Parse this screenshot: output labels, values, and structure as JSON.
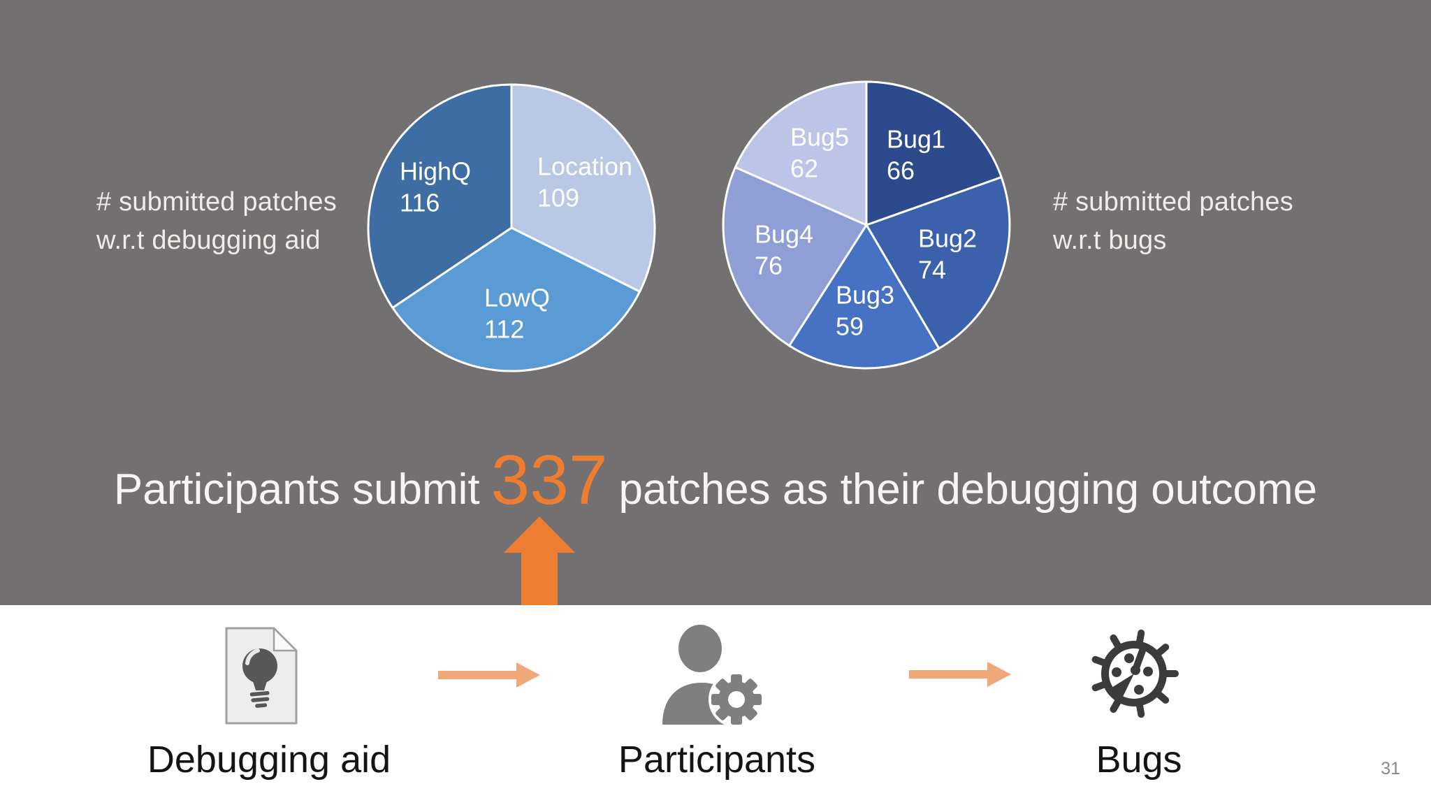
{
  "slide": {
    "page_number": "31",
    "background_color": "#737072",
    "accent_orange": "#ED7D31",
    "flow_arrow_color": "#F0A878"
  },
  "headline": {
    "prefix": "Participants submit",
    "highlight": "337",
    "suffix": "patches as their debugging outcome"
  },
  "captions": {
    "left": {
      "line1": "# submitted patches",
      "line2": "w.r.t debugging aid"
    },
    "right": {
      "line1": "# submitted patches",
      "line2": "w.r.t bugs"
    }
  },
  "chart_data": [
    {
      "type": "pie",
      "title": "# submitted patches w.r.t debugging aid",
      "categories": [
        "Location",
        "LowQ",
        "HighQ"
      ],
      "values": [
        109,
        112,
        116
      ],
      "colors": [
        "#B9C8E4",
        "#5B9BD5",
        "#3E6DA3"
      ],
      "total": 337,
      "start_angle_deg": 0,
      "direction": "clockwise",
      "data_labels": "category name + value inside slices",
      "slice_border_color": "#FFFFFF"
    },
    {
      "type": "pie",
      "title": "# submitted patches w.r.t bugs",
      "categories": [
        "Bug1",
        "Bug2",
        "Bug3",
        "Bug4",
        "Bug5"
      ],
      "values": [
        66,
        74,
        59,
        76,
        62
      ],
      "colors": [
        "#2D4B8C",
        "#3C61AC",
        "#4772C4",
        "#8F9FD5",
        "#BCC4E7"
      ],
      "total": 337,
      "start_angle_deg": 0,
      "direction": "clockwise",
      "data_labels": "category name + value inside slices",
      "slice_border_color": "#FFFFFF"
    }
  ],
  "process_flow": {
    "steps": [
      {
        "label": "Debugging aid",
        "icon": "lightbulb-document-icon"
      },
      {
        "label": "Participants",
        "icon": "person-gear-icon"
      },
      {
        "label": "Bugs",
        "icon": "bug-icon"
      }
    ]
  }
}
